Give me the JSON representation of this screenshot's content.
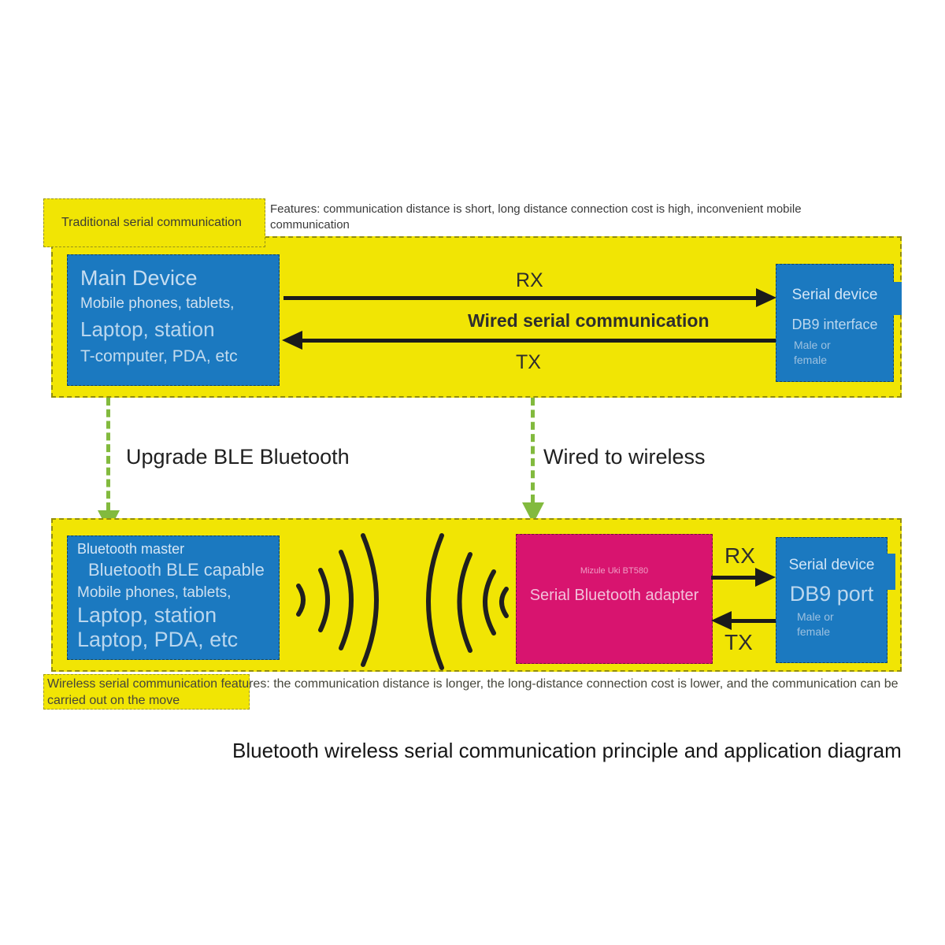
{
  "colors": {
    "yellow": "#f1e504",
    "blue": "#1b79c0",
    "magenta": "#d8146f",
    "green": "#82ba3e",
    "arrow_black": "#1b1b1b"
  },
  "top_section": {
    "label": "Traditional serial communication",
    "features_note": "Features: communication distance is short, long distance connection cost is high, inconvenient mobile communication",
    "main_device": {
      "title": "Main Device",
      "line1": "Mobile phones, tablets,",
      "line2": "Laptop, station",
      "line3": "T-computer, PDA, etc"
    },
    "rx_label": "RX",
    "wired_label": "Wired serial communication",
    "tx_label": "TX",
    "serial_device": {
      "title": "Serial device",
      "port": "DB9 interface",
      "note": "Male or female"
    }
  },
  "middle": {
    "upgrade_label": "Upgrade BLE Bluetooth",
    "wireless_label": "Wired to wireless"
  },
  "bottom_section": {
    "bluetooth_master": {
      "title": "Bluetooth master",
      "line1": "Bluetooth BLE capable",
      "line2": "Mobile phones, tablets,",
      "line3": "Laptop, station",
      "line4": "Laptop, PDA, etc"
    },
    "adapter": {
      "model": "Mizule Uki BT580",
      "title": "Serial Bluetooth adapter"
    },
    "rx_label": "RX",
    "tx_label": "TX",
    "serial_device": {
      "title": "Serial device",
      "port": "DB9 port",
      "note": "Male or female"
    },
    "features_note": "Wireless serial communication features: the communication distance is longer, the long-distance connection cost is lower, and the communication can be carried out on the move"
  },
  "caption": "Bluetooth wireless serial communication principle and application diagram",
  "icons": {
    "wireless_waves": "wireless-waves-icon",
    "upgrade_arrow": "green-dashed-down-arrow",
    "wired_to_wireless_arrow": "green-dashed-down-arrow"
  }
}
